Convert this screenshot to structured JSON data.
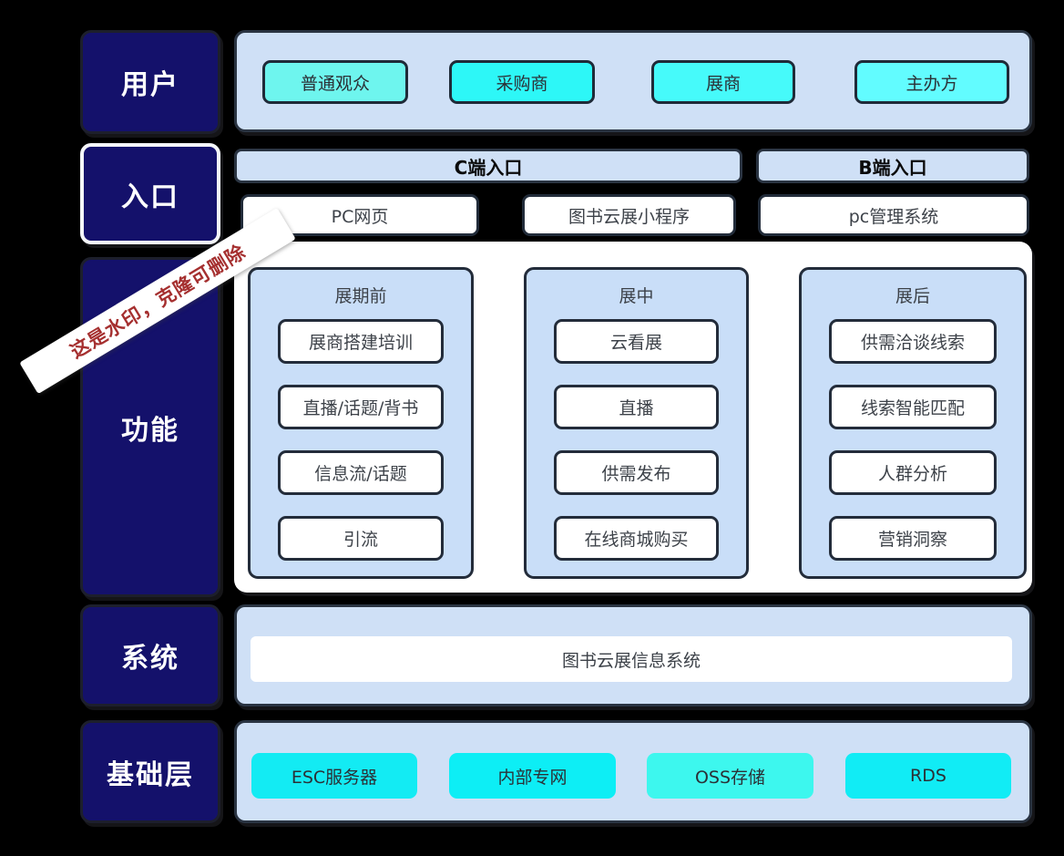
{
  "watermark": {
    "text": "这是水印，克隆可删除",
    "text_color": "#a52f2f",
    "banner_color": "#ffffff"
  },
  "rail": {
    "users": "用户",
    "entry": "入口",
    "features": "功能",
    "system": "系统",
    "base": "基础层"
  },
  "users_row": {
    "items": [
      {
        "label": "普通观众",
        "color": "#6ef5ee"
      },
      {
        "label": "采购商",
        "color": "#2df7f7"
      },
      {
        "label": "展商",
        "color": "#46fafa"
      },
      {
        "label": "主办方",
        "color": "#62fcff"
      }
    ]
  },
  "entry_row": {
    "c_header": "C端入口",
    "b_header": "B端入口",
    "items": [
      {
        "label": "PC网页"
      },
      {
        "label": "图书云展小程序"
      },
      {
        "label": "pc管理系统"
      }
    ]
  },
  "features_row": {
    "columns": [
      {
        "title": "展期前",
        "items": [
          "展商搭建培训",
          "直播/话题/背书",
          "信息流/话题",
          "引流"
        ]
      },
      {
        "title": "展中",
        "items": [
          "云看展",
          "直播",
          "供需发布",
          "在线商城购买"
        ]
      },
      {
        "title": "展后",
        "items": [
          "供需洽谈线索",
          "线索智能匹配",
          "人群分析",
          "营销洞察"
        ]
      }
    ]
  },
  "system_row": {
    "label": "图书云展信息系统"
  },
  "base_row": {
    "items": [
      {
        "label": "ESC服务器",
        "color": "#13ebf3"
      },
      {
        "label": "内部专网",
        "color": "#0deef5"
      },
      {
        "label": "OSS存储",
        "color": "#3df7ee"
      },
      {
        "label": "RDS",
        "color": "#11ecf5"
      }
    ]
  },
  "colors": {
    "rail_navy": "#14116b",
    "panel_blue": "#cfe0f6",
    "column_blue": "#c9def8",
    "border_dark": "#232c3a",
    "background": "#000000"
  }
}
